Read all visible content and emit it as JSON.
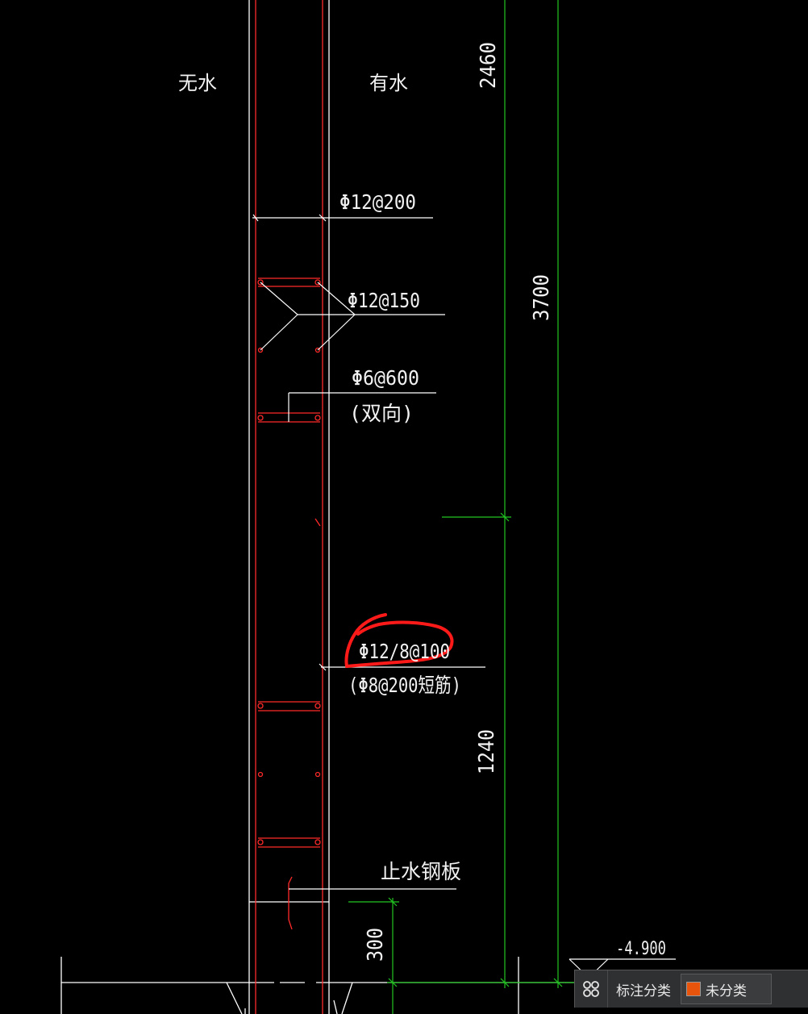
{
  "drawing": {
    "labels": {
      "dry_side": "无水",
      "wet_side": "有水",
      "vertical_bar_1": "Φ12@200",
      "horizontal_bar": "Φ12@150",
      "tie_bar": "Φ6@600",
      "tie_bar_note": "(双向)",
      "vertical_bar_2": "Φ12/8@100",
      "vertical_bar_2_note": "(Φ8@200短筋)",
      "waterstop": "止水钢板"
    },
    "dimensions": {
      "dim_2460": "2460",
      "dim_3700": "3700",
      "dim_1240": "1240",
      "dim_300": "300"
    },
    "elevation": "-4.900",
    "colors": {
      "background": "#000000",
      "outline": "#ffffff",
      "rebar": "#ff2a2a",
      "dimension": "#22c622",
      "markup": "#ff1a1a"
    }
  },
  "statusbar": {
    "category_label": "标注分类",
    "layer_label": "未分类",
    "layer_color": "#e8540c",
    "icon": "grid-apps-icon"
  }
}
